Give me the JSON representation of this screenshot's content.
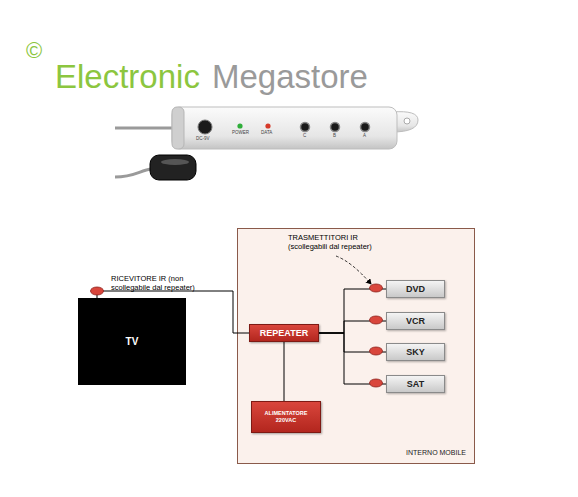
{
  "diagram": {
    "nodes": [
      {
        "text": [
          "TV"
        ]
      },
      {
        "text": [
          "INTERNO MOBILE"
        ]
      },
      {
        "text": [
          "REPEATER"
        ],
        "in": 1
      },
      {
        "text": [
          "DVD"
        ],
        "in": 1
      },
      {
        "text": [
          "VCR"
        ],
        "in": 1
      },
      {
        "text": [
          "SKY"
        ],
        "in": 1
      },
      {
        "text": [
          "SAT"
        ],
        "in": 1
      },
      {
        "text": [
          "ALIMENTATORE 220VAC"
        ],
        "in": 1
      }
    ],
    "edges": [
      {
        "from": 0,
        "to": 2,
        "arrow": "none"
      },
      {
        "from": 2,
        "to": 3,
        "arrow": "none"
      },
      {
        "from": 2,
        "to": 4,
        "arrow": "none"
      },
      {
        "from": 2,
        "to": 5,
        "arrow": "none"
      },
      {
        "from": 2,
        "to": 6,
        "arrow": "none"
      },
      {
        "from": 2,
        "to": 7,
        "arrow": "none"
      }
    ],
    "labels": [
      "©",
      "Electronic",
      "Megastore",
      "DC-9V",
      "POWER",
      "DATA",
      "C",
      "B",
      "A",
      "RICEVITORE IR (non scollegabile dal repeater)",
      "TRASMETTITORI IR (scollegabili dal repeater)"
    ]
  }
}
